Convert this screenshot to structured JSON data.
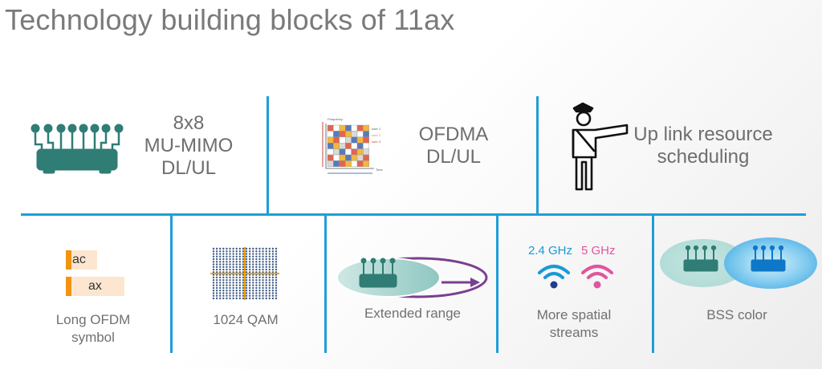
{
  "title": "Technology building blocks of 11ax",
  "top_blocks": [
    {
      "lines": [
        "8x8",
        "MU-MIMO",
        "DL/UL"
      ]
    },
    {
      "lines": [
        "OFDMA",
        "DL/UL"
      ],
      "diagram_axis_labels": [
        "Frequency",
        "Time"
      ],
      "diagram_users": [
        "user 1",
        "user 2",
        "user 3"
      ]
    },
    {
      "lines": [
        "Up link resource",
        "scheduling"
      ]
    }
  ],
  "bottom_blocks": [
    {
      "lines": [
        "Long OFDM",
        "symbol"
      ],
      "bar_labels": [
        "ac",
        "ax"
      ]
    },
    {
      "lines": [
        "1024 QAM"
      ]
    },
    {
      "lines": [
        "Extended range"
      ]
    },
    {
      "lines": [
        "More spatial",
        "streams"
      ],
      "bands": [
        "2.4 GHz",
        "5 GHz"
      ]
    },
    {
      "lines": [
        "BSS color"
      ]
    }
  ],
  "colors": {
    "divider": "#1e9ed8",
    "router": "#2f7d74",
    "band_24": "#1a9ad6",
    "band_5": "#e0559e",
    "bar_accent": "#f29411",
    "bar_fill": "#fde6cf",
    "qam_dot": "#3d5a86",
    "qam_axis": "#f0a10c"
  }
}
